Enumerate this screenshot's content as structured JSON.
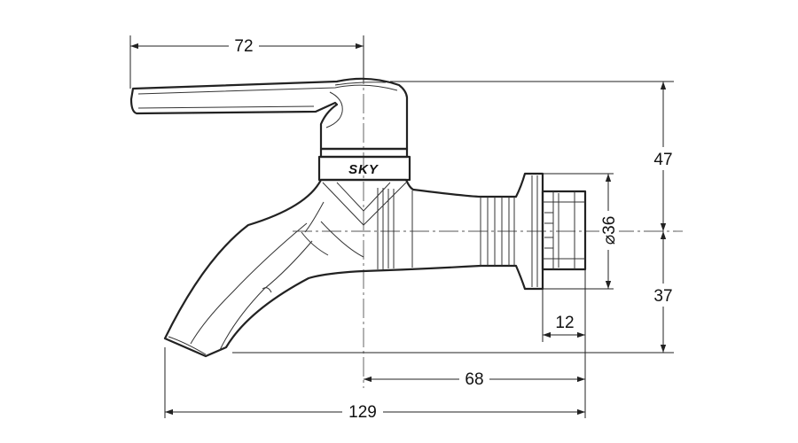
{
  "drawing": {
    "brand_text": "SKY",
    "dimensions": {
      "top_width": "72",
      "upper_height": "47",
      "lower_height": "37",
      "thread_diameter": "⌀36",
      "thread_length": "12",
      "center_to_back": "68",
      "overall_length": "129"
    }
  }
}
